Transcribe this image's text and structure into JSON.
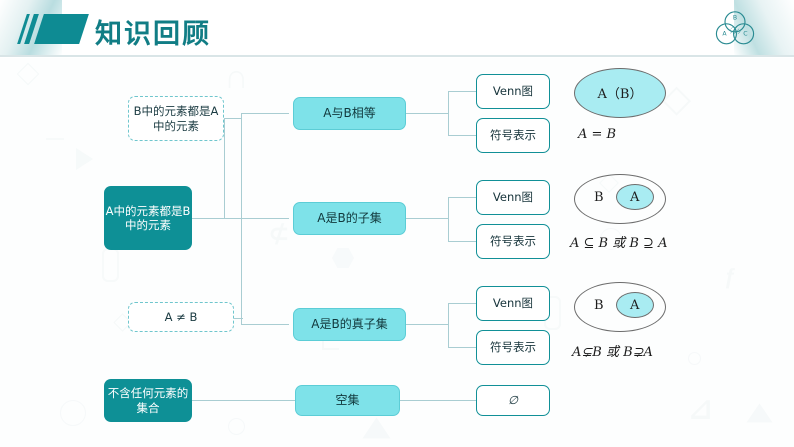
{
  "header": {
    "title": "知识回顾",
    "logo_icon": "venn-three-circles-logo",
    "logo_labels": [
      "A",
      "B",
      "C"
    ],
    "accent_color": "#0e9096",
    "title_color": "#117d85"
  },
  "palette": {
    "dark_teal": "#0e9096",
    "cyan": "#7ee2e9",
    "venn_fill": "#a9ecf2",
    "line": "#a9cdd2",
    "border_teal": "#119097"
  },
  "rows": [
    {
      "condition": "B中的元素都是A中的元素",
      "condition_style": "dashed",
      "concept": "A与B相等",
      "leaf_venn": "Venn图",
      "leaf_symbol": "符号表示",
      "venn_labels": [
        "A（B）"
      ],
      "symbol_text": "A = B"
    },
    {
      "condition": "A中的元素都是B中的元素",
      "condition_style": "solid-dark",
      "concept": "A是B的子集",
      "leaf_venn": "Venn图",
      "leaf_symbol": "符号表示",
      "venn_labels": [
        "B",
        "A"
      ],
      "symbol_text": "A ⊆ B 或 B ⊇ A"
    },
    {
      "condition": "A ≠ B",
      "condition_style": "dashed",
      "concept": "A是B的真子集",
      "leaf_venn": "Venn图",
      "leaf_symbol": "符号表示",
      "venn_labels": [
        "B",
        "A"
      ],
      "symbol_text": "A⊊B 或 B⊋A"
    },
    {
      "condition": "不含任何元素的集合",
      "condition_style": "solid-dark",
      "concept": "空集",
      "leaf_venn": "∅",
      "leaf_symbol": "",
      "venn_labels": [],
      "symbol_text": ""
    }
  ]
}
